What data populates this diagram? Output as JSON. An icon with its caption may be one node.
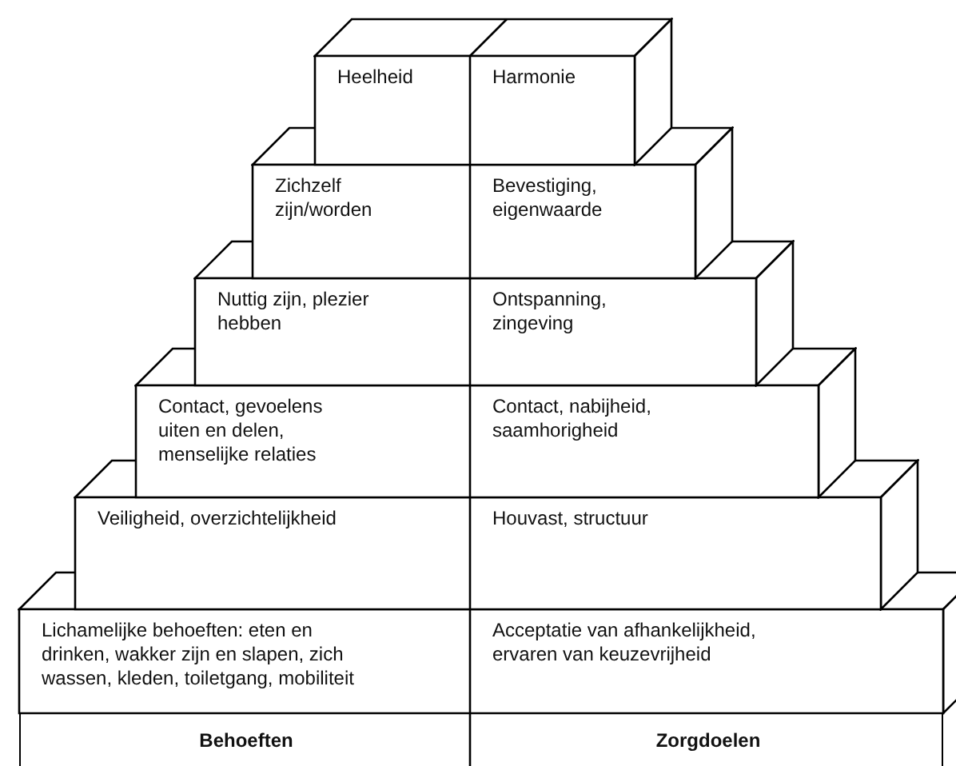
{
  "diagram": {
    "nodes": [
      {
        "text": [
          "Heelheid",
          "Harmonie"
        ]
      },
      {
        "text": [
          "Zichzelf zijn/worden",
          "Bevestiging, eigenwaarde"
        ]
      },
      {
        "text": [
          "Nuttig zijn, plezier hebben",
          "Ontspanning, zingeving"
        ]
      },
      {
        "text": [
          "Contact, gevoelens uiten en delen, menselijke relaties",
          "Contact, nabijheid, saamhorigheid"
        ]
      },
      {
        "text": [
          "Veiligheid, overzichtelijkheid",
          "Houvast, structuur"
        ]
      },
      {
        "text": [
          "Lichamelijke behoeften: eten en drinken, wakker zijn en slapen, zich wassen, kleden, toiletgang, mobiliteit",
          "Acceptatie van afhankelijkheid, ervaren van keuzevrijheid"
        ]
      },
      {
        "text": [
          "Behoeften",
          "Zorgdoelen"
        ]
      }
    ]
  }
}
